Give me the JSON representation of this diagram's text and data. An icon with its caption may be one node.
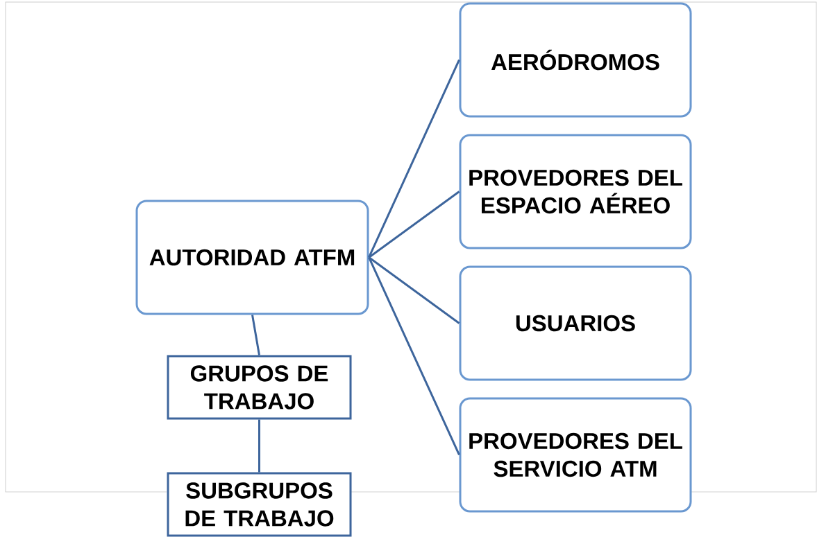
{
  "diagram": {
    "nodes": [
      {
        "text": [
          "AUTORIDAD ATFM"
        ]
      },
      {
        "text": [
          "AERÓDROMOS"
        ]
      },
      {
        "text": [
          "PROVEDORES DEL ESPACIO AÉREO"
        ]
      },
      {
        "text": [
          "USUARIOS"
        ]
      },
      {
        "text": [
          "PROVEDORES DEL SERVICIO ATM"
        ]
      },
      {
        "text": [
          "GRUPOS DE TRABAJO"
        ]
      },
      {
        "text": [
          "SUBGRUPOS DE TRABAJO"
        ]
      }
    ],
    "edges": [
      {
        "from": 0,
        "to": 1,
        "arrow": "none"
      },
      {
        "from": 0,
        "to": 2,
        "arrow": "none"
      },
      {
        "from": 0,
        "to": 3,
        "arrow": "none"
      },
      {
        "from": 0,
        "to": 4,
        "arrow": "none"
      },
      {
        "from": 0,
        "to": 5,
        "arrow": "none"
      },
      {
        "from": 5,
        "to": 6,
        "arrow": "none"
      }
    ]
  }
}
